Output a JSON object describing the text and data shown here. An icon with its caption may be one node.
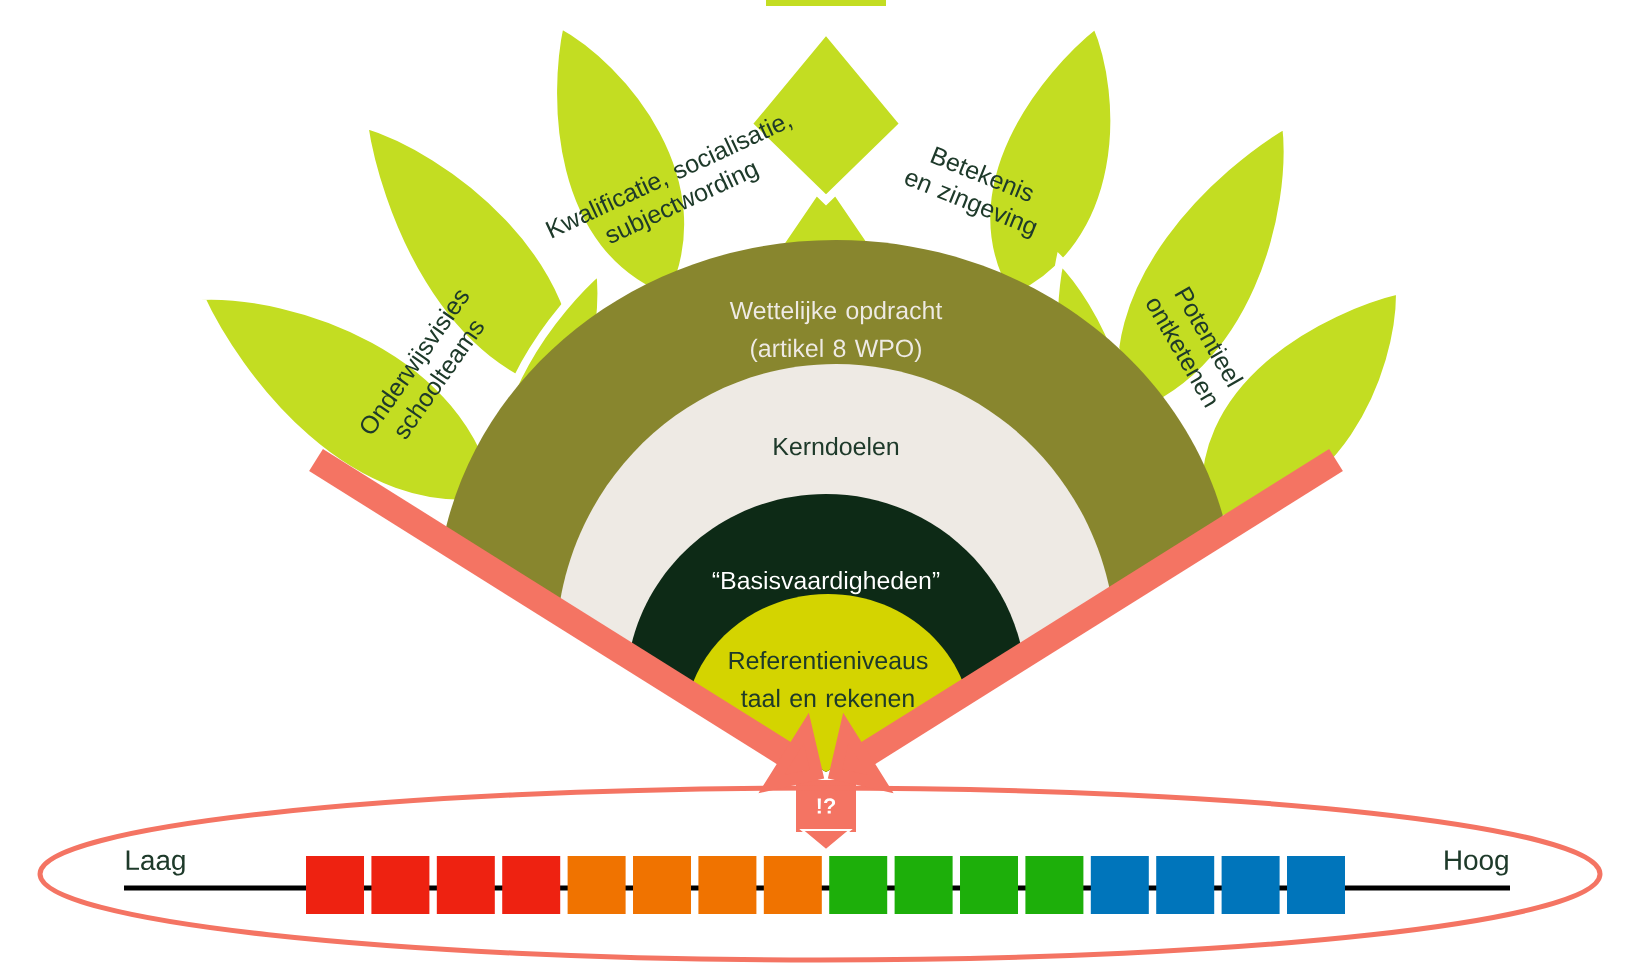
{
  "diagram": {
    "nodes": [
      {
        "text": [
          "Wettelijke opdracht (artikel 8 WPO)"
        ]
      },
      {
        "text": [
          "Kerndoelen"
        ],
        "in": 0
      },
      {
        "text": [
          "“Basisvaardigheden”"
        ],
        "in": 1
      },
      {
        "text": [
          "Referentieniveaus taal en rekenen"
        ],
        "in": 2
      },
      {
        "text": [
          "!?"
        ]
      }
    ],
    "edges": [
      {
        "from": null,
        "to": 4,
        "arrow": "to"
      },
      {
        "from": null,
        "to": 4,
        "arrow": "to"
      }
    ],
    "labels": [
      "Onderwijsvisies schoolteams",
      "Kwalificatie, socialisatie, subjectwording",
      "Betekenis en zingeving",
      "Potentieel ontketenen",
      "Laag",
      "Hoog"
    ]
  }
}
